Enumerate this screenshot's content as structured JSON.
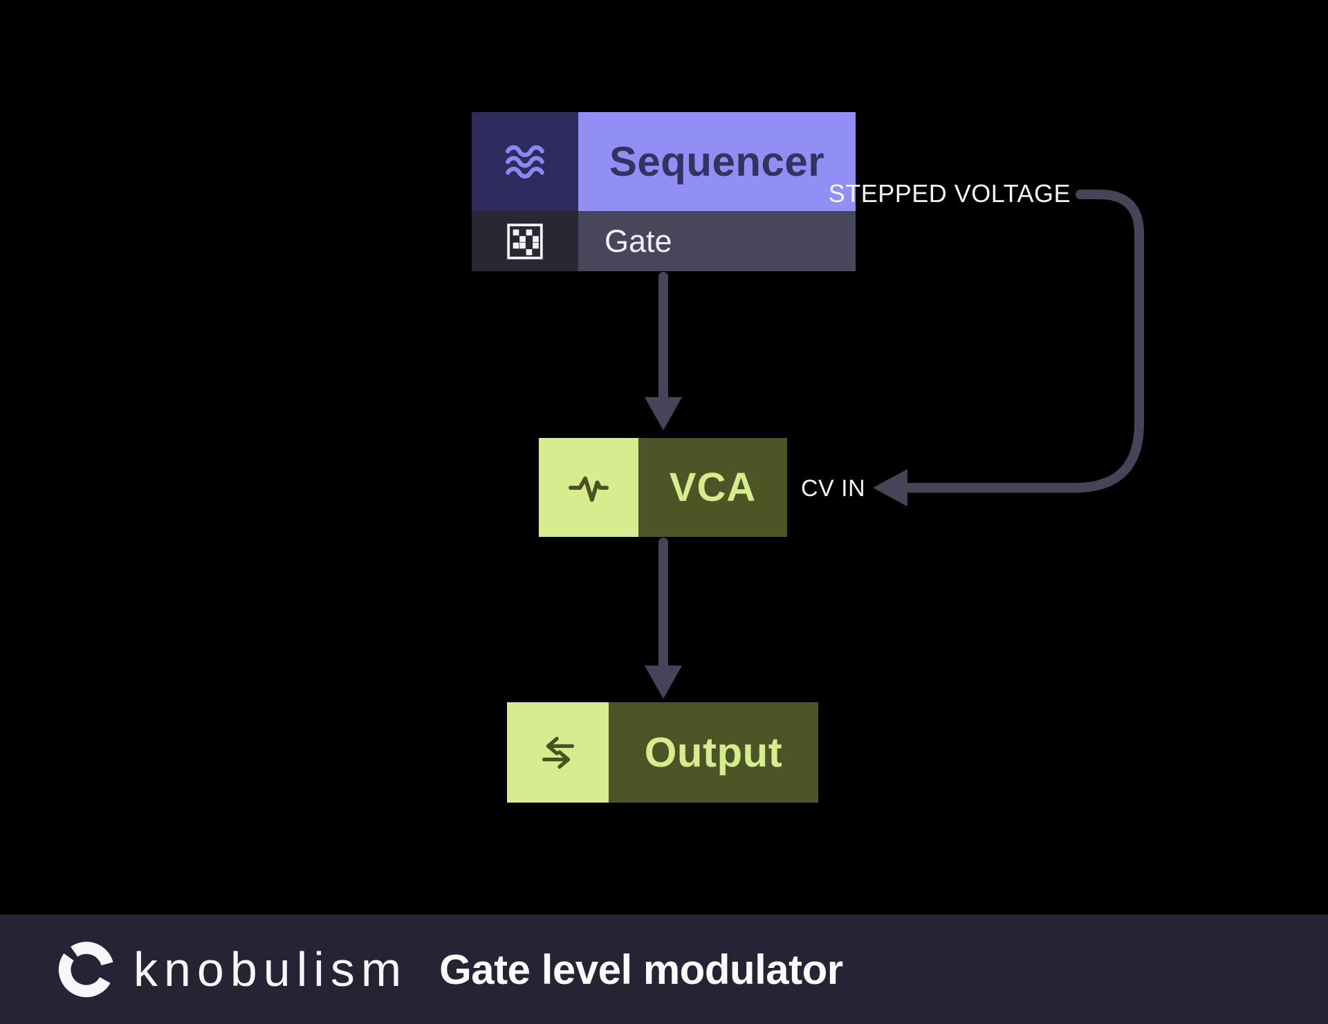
{
  "diagram": {
    "nodes": {
      "sequencer": {
        "label": "Sequencer",
        "gate_label": "Gate"
      },
      "vca": {
        "label": "VCA"
      },
      "output": {
        "label": "Output"
      }
    },
    "annotations": {
      "stepped_voltage_label": "STEPPED VOLTAGE",
      "cv_in_label": "CV IN"
    },
    "icons": {
      "sequencer": "waves-icon",
      "gate": "checkerboard-icon",
      "vca": "pulse-icon",
      "output": "transfer-arrows-icon"
    },
    "colors": {
      "background": "#000000",
      "indigo_dark": "#2E2C5E",
      "indigo_light": "#918FF4",
      "indigo_text": "#34325E",
      "slate_dark": "#282733",
      "slate": "#47465A",
      "green_light": "#D7EC8F",
      "olive": "#4D5526",
      "olive_icon": "#4A5222",
      "wire": "#454459",
      "label_text": "#F5F5F7"
    }
  },
  "footer": {
    "brand": "knobulism",
    "brand_icon": "knob-icon",
    "title": "Gate level modulator",
    "background": "#252434"
  }
}
